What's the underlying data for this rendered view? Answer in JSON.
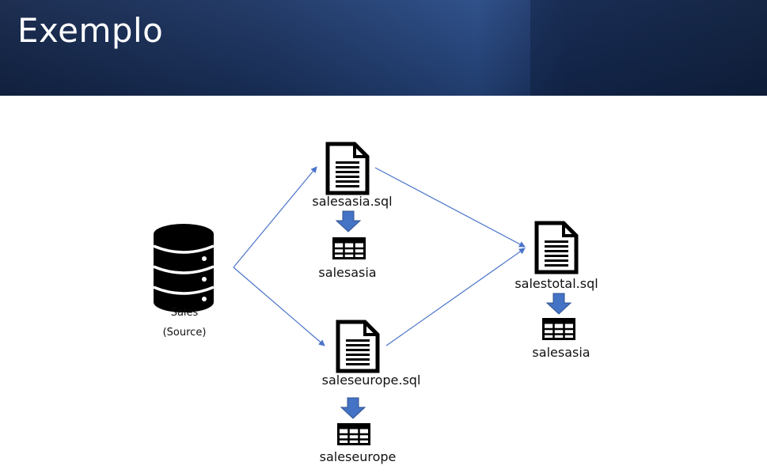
{
  "slide": {
    "title": "Exemplo"
  },
  "nodes": {
    "source": {
      "name": "Sales",
      "subtitle": "(Source)"
    },
    "asia_script": {
      "label": "salesasia.sql"
    },
    "asia_table": {
      "label": "salesasia"
    },
    "europe_script": {
      "label": "saleseurope.sql"
    },
    "europe_table": {
      "label": "saleseurope"
    },
    "total_script": {
      "label": "salestotal.sql"
    },
    "total_table": {
      "label": "salesasia"
    }
  },
  "icons": {
    "database": "database-icon",
    "document": "document-icon",
    "table": "table-icon",
    "down_arrow": "down-arrow-icon"
  },
  "colors": {
    "header_dark": "#14264a",
    "header_mid": "#284a86",
    "connector": "#4a74c9",
    "down_arrow": "#4472c4",
    "icon": "#000000"
  }
}
